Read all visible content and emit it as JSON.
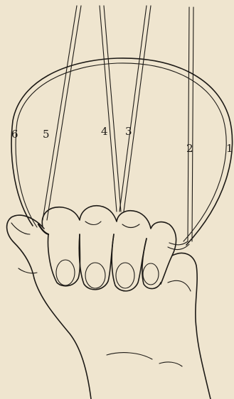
{
  "figure": {
    "string_labels": [
      {
        "id": "string-1",
        "text": "1"
      },
      {
        "id": "string-2",
        "text": "2"
      },
      {
        "id": "string-3",
        "text": "3"
      },
      {
        "id": "string-4",
        "text": "4"
      },
      {
        "id": "string-5",
        "text": "5"
      },
      {
        "id": "string-6",
        "text": "6"
      }
    ]
  }
}
